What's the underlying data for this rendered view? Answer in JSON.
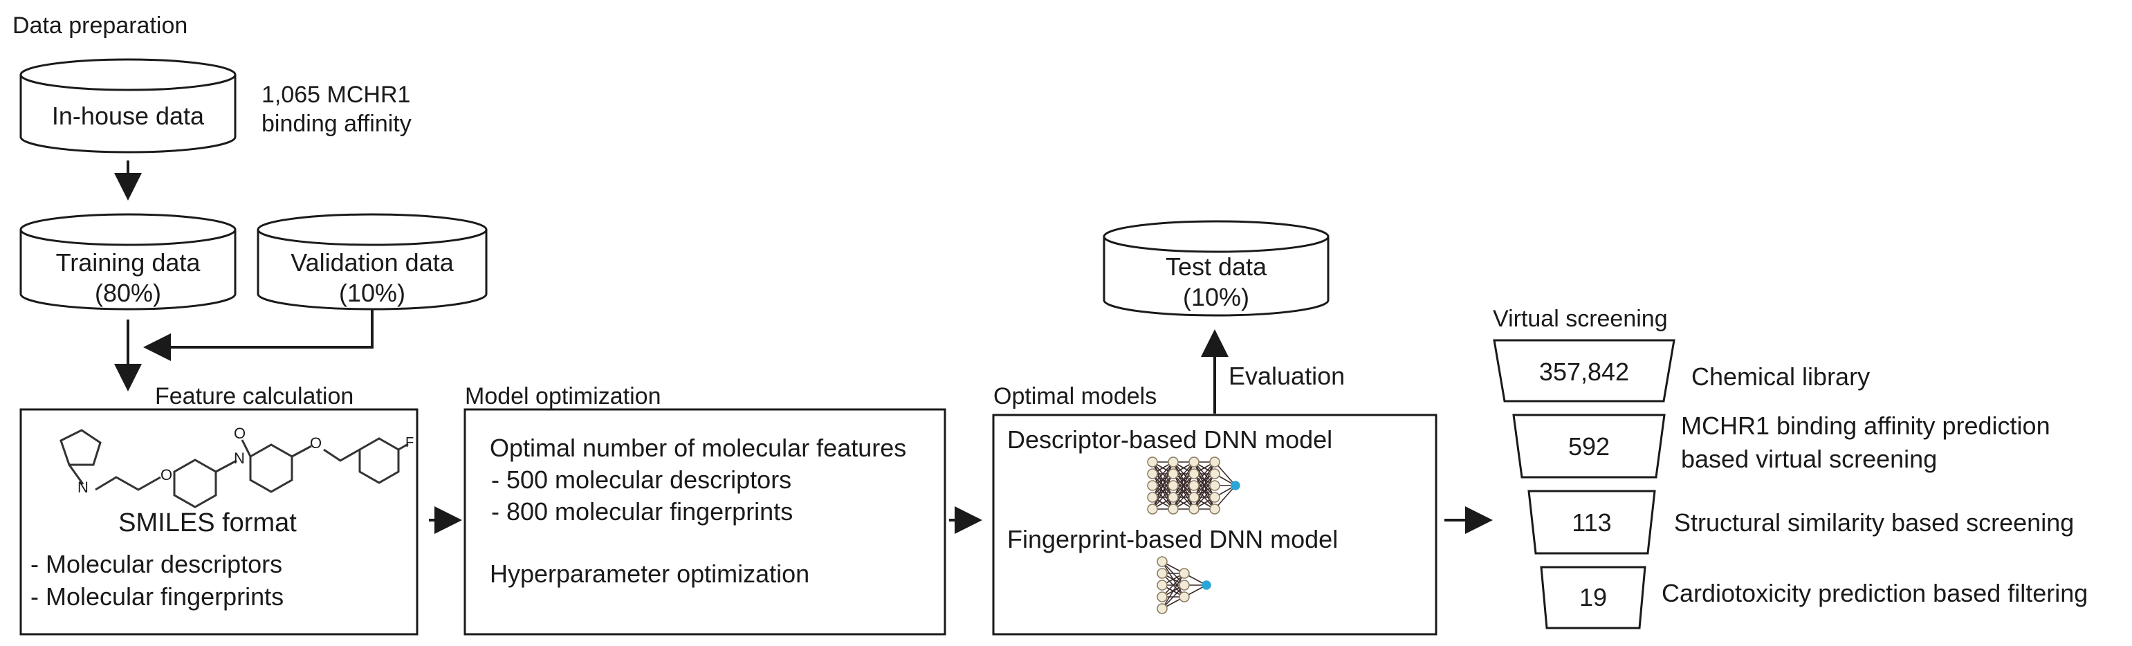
{
  "data_preparation": {
    "title": "Data preparation",
    "inhouse": {
      "label": "In-house data",
      "note_line1": "1,065 MCHR1",
      "note_line2": "binding affinity"
    },
    "training": {
      "line1": "Training data",
      "line2": "(80%)"
    },
    "validation": {
      "line1": "Validation data",
      "line2": "(10%)"
    }
  },
  "feature_calculation": {
    "title": "Feature calculation",
    "smiles_label": "SMILES format",
    "items": [
      "- Molecular descriptors",
      "- Molecular fingerprints"
    ],
    "fluorine_atom": "F",
    "nitrogen_atom": "N",
    "oxygen_atom": "O"
  },
  "model_optimization": {
    "title": "Model optimization",
    "heading": "Optimal number of molecular features",
    "items": [
      "-  500 molecular descriptors",
      "-  800 molecular fingerprints"
    ],
    "hyper": "Hyperparameter optimization"
  },
  "optimal_models": {
    "title": "Optimal models",
    "descriptor_model": "Descriptor-based DNN model",
    "fingerprint_model": "Fingerprint-based DNN model",
    "evaluation": "Evaluation",
    "test": {
      "line1": "Test data",
      "line2": "(10%)"
    }
  },
  "virtual_screening": {
    "title": "Virtual screening",
    "stages": [
      {
        "count": "357,842",
        "label_line1": "Chemical library",
        "label_line2": ""
      },
      {
        "count": "592",
        "label_line1": "MCHR1 binding affinity prediction",
        "label_line2": "based virtual screening"
      },
      {
        "count": "113",
        "label_line1": "Structural similarity based screening",
        "label_line2": ""
      },
      {
        "count": "19",
        "label_line1": "Cardiotoxicity prediction based filtering",
        "label_line2": ""
      }
    ]
  },
  "colors": {
    "stroke": "#1a1a1a",
    "node_fill": "#f1ead6",
    "output_node": "#2aa6d6"
  }
}
